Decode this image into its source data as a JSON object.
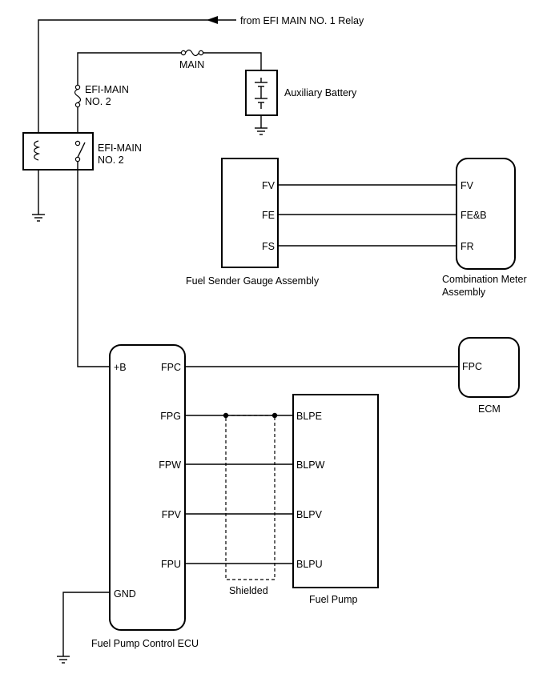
{
  "source_label": "from EFI MAIN NO. 1 Relay",
  "fuses": {
    "main": "MAIN",
    "efi_main_line1": "EFI-MAIN",
    "efi_main_line2": "NO. 2"
  },
  "relay": {
    "line1": "EFI-MAIN",
    "line2": "NO. 2"
  },
  "battery_label": "Auxiliary Battery",
  "fuel_sender": {
    "name": "Fuel Sender Gauge Assembly",
    "pins": [
      "FV",
      "FE",
      "FS"
    ]
  },
  "combination_meter": {
    "name_line1": "Combination Meter",
    "name_line2": "Assembly",
    "pins": [
      "FV",
      "FE&B",
      "FR"
    ]
  },
  "ecm": {
    "name": "ECM",
    "pin": "FPC"
  },
  "fuel_pump_ecu": {
    "name": "Fuel Pump Control ECU",
    "pins": [
      "+B",
      "FPC",
      "FPG",
      "FPW",
      "FPV",
      "FPU",
      "GND"
    ]
  },
  "fuel_pump": {
    "name": "Fuel Pump",
    "pins": [
      "BLPE",
      "BLPW",
      "BLPV",
      "BLPU"
    ]
  },
  "shield_label": "Shielded"
}
